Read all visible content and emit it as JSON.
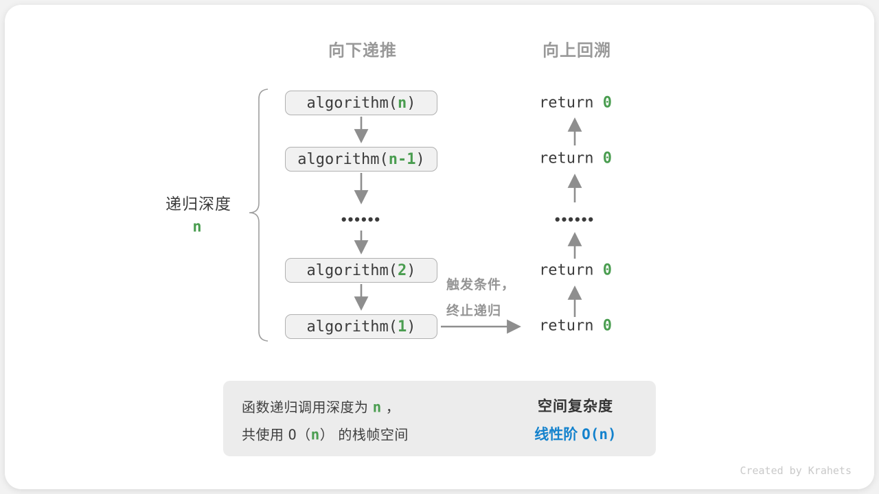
{
  "headers": {
    "down": "向下递推",
    "up": "向上回溯"
  },
  "depth": {
    "label": "递归深度",
    "value": "n"
  },
  "stack": {
    "boxes": [
      {
        "pre": "algorithm(",
        "arg": "n",
        "post": ")"
      },
      {
        "pre": "algorithm(",
        "arg": "n-1",
        "post": ")"
      },
      {
        "pre": "algorithm(",
        "arg": "2",
        "post": ")"
      },
      {
        "pre": "algorithm(",
        "arg": "1",
        "post": ")"
      }
    ],
    "ellipsis": "••••••"
  },
  "returns": {
    "items": [
      {
        "pre": "return ",
        "val": "0"
      },
      {
        "pre": "return ",
        "val": "0"
      },
      {
        "pre": "return ",
        "val": "0"
      },
      {
        "pre": "return ",
        "val": "0"
      }
    ],
    "ellipsis": "••••••"
  },
  "trigger": {
    "line1": "触发条件，",
    "line2": "终止递归"
  },
  "summary": {
    "line1": {
      "p1": "函数递归调用深度为 ",
      "n": "n",
      "p2": " ，"
    },
    "line2": {
      "p1": "共使用 ",
      "open": "O（",
      "n": "n",
      "close": "）",
      "p2": " 的栈帧空间"
    },
    "right_title": "空间复杂度",
    "right_value_cn": "线性阶 ",
    "right_value_code": "O(n)"
  },
  "footer": {
    "credit": "Created by Krahets"
  },
  "colors": {
    "green": "#4a9d50",
    "blue": "#1482cd",
    "arrow_gray": "#8e8e8e",
    "box_bg": "#f1f1f1",
    "box_border": "#b0b0b0",
    "summary_bg": "#ececec",
    "header_gray": "#999999"
  }
}
